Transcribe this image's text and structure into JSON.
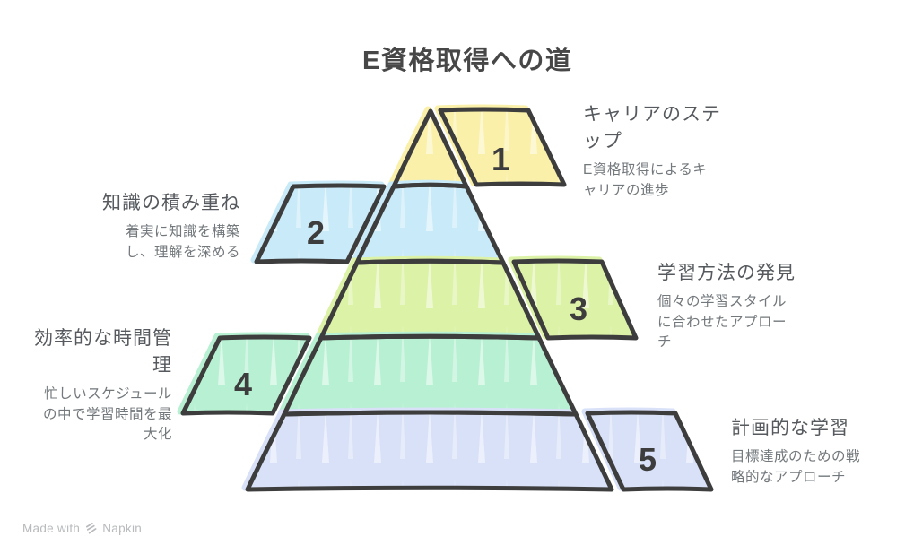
{
  "title": "E資格取得への道",
  "pyramid": {
    "levels": [
      {
        "number": "1",
        "heading": "キャリアのステ\nップ",
        "description": "E資格取得によるキ\nャリアの進歩",
        "color": "#faf0a9",
        "side": "right"
      },
      {
        "number": "2",
        "heading": "知識の積み重ね",
        "description": "着実に知識を構築\nし、理解を深める",
        "color": "#c9eaf8",
        "side": "left"
      },
      {
        "number": "3",
        "heading": "学習方法の発見",
        "description": "個々の学習スタイル\nに合わせたアプロー\nチ",
        "color": "#dcf2a6",
        "side": "right"
      },
      {
        "number": "4",
        "heading": "効率的な時間管\n理",
        "description": "忙しいスケジュール\nの中で学習時間を最\n大化",
        "color": "#b7f0d2",
        "side": "left"
      },
      {
        "number": "5",
        "heading": "計画的な学習",
        "description": "目標達成のための戦\n略的なアプローチ",
        "color": "#d9e1f8",
        "side": "right"
      }
    ]
  },
  "colors": {
    "outline": "#3d3d3d",
    "background": "#ffffff",
    "title_text": "#474747",
    "heading_text": "#565a5e",
    "description_text": "#73787c",
    "footer_text": "#b8babd"
  },
  "footer": {
    "made_with": "Made with",
    "brand": "Napkin"
  }
}
